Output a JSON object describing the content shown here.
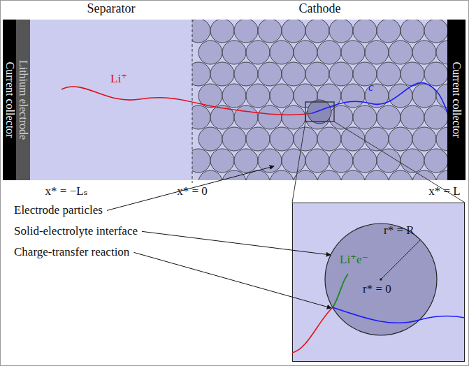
{
  "diagram": {
    "nodes": [
      {
        "text": [
          "Current collector"
        ]
      },
      {
        "text": [
          "Lithium electrode"
        ]
      },
      {
        "text": [
          "Separator"
        ]
      },
      {
        "text": [
          "Cathode"
        ]
      },
      {
        "text": [
          "Current collector"
        ]
      },
      {
        "text": [
          "Li⁺e⁻",
          "r* = R",
          "r* = 0"
        ]
      }
    ],
    "labels": [
      "Li⁺",
      "c",
      "x* = −Lₛ",
      "x* = 0",
      "x* = L",
      "Electrode particles",
      "Solid-electrolyte interface",
      "Charge-transfer reaction"
    ]
  }
}
